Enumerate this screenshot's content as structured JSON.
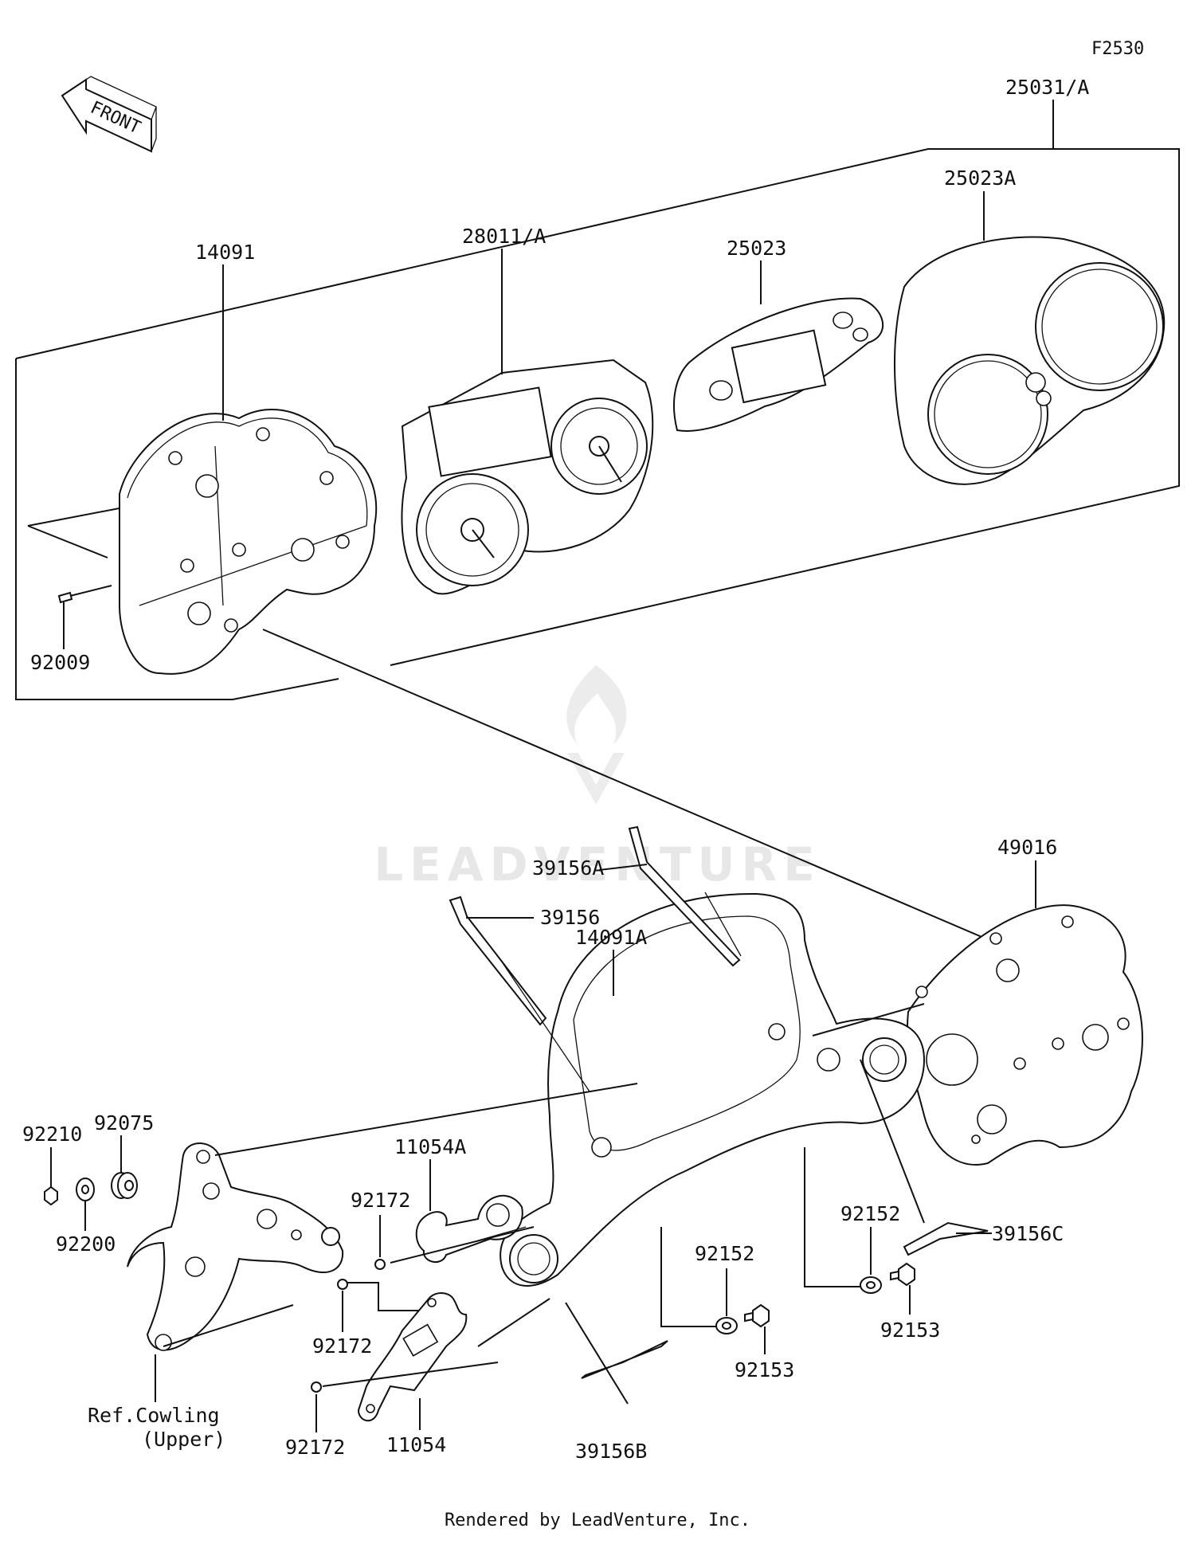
{
  "figure_code": "F2530",
  "front_arrow_label": "FRONT",
  "watermark": "LEADVENTURE",
  "footer": "Rendered by LeadVenture, Inc.",
  "labels": {
    "assembly": "25031/A",
    "lens_cover": "25023A",
    "panel": "25023",
    "meter_unit": "28011/A",
    "case": "14091",
    "screw_case": "92009",
    "plate": "49016",
    "cover_a": "14091A",
    "tape_a": "39156A",
    "tape": "39156",
    "tape_b": "39156B",
    "tape_c": "39156C",
    "nut": "92210",
    "grommet": "92075",
    "washer_92200": "92200",
    "bracket_a": "11054A",
    "screw_1": "92172",
    "screw_2": "92172",
    "screw_3": "92172",
    "bracket": "11054",
    "collar_1": "92152",
    "collar_2": "92152",
    "bolt_1": "92153",
    "bolt_2": "92153",
    "ref_line1": "Ref.Cowling",
    "ref_line2": "(Upper)"
  }
}
